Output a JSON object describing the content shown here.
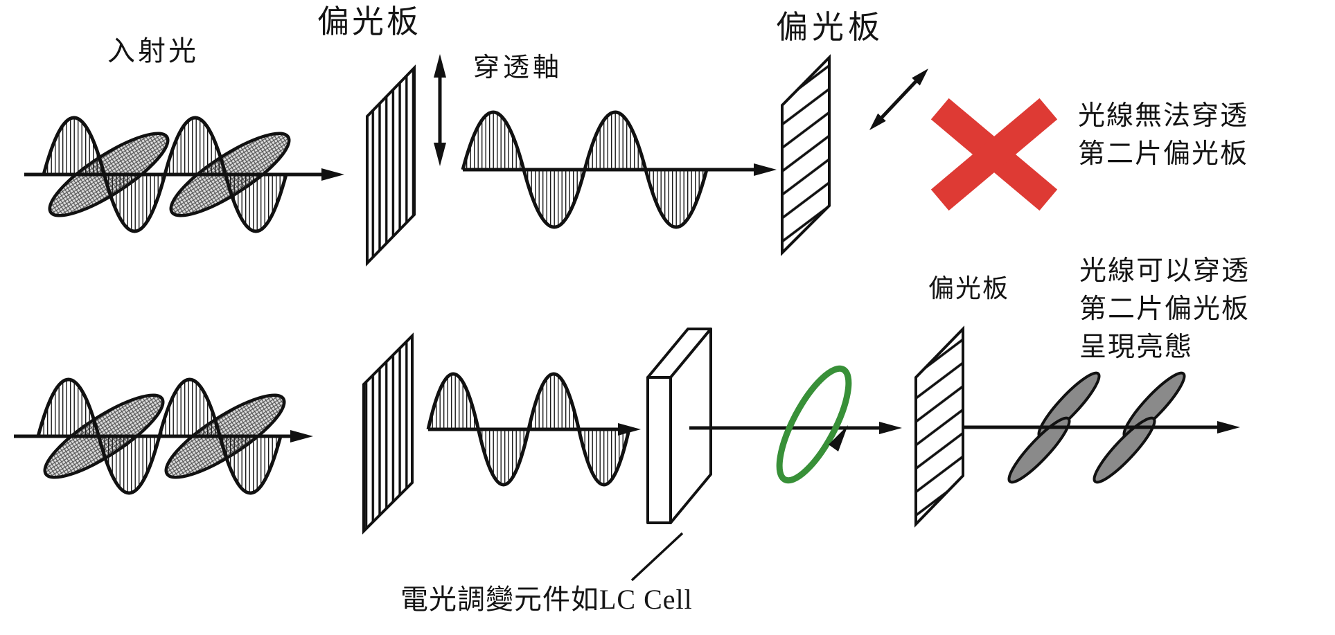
{
  "colors": {
    "ink": "#141414",
    "cross_red": "#de3a34",
    "rotation_green": "#389038"
  },
  "top_row": {
    "incident_light": "入射光",
    "polarizer_1": "偏光板",
    "transmission_axis": "穿透軸",
    "polarizer_2": "偏光板",
    "result_line_1": "光線無法穿透",
    "result_line_2": "第二片偏光板"
  },
  "bottom_row": {
    "polarizer_2": "偏光板",
    "result_line_1": "光線可以穿透",
    "result_line_2": "第二片偏光板",
    "result_line_3": "呈現亮態",
    "lc_cell_caption": "電光調變元件如LC Cell"
  }
}
